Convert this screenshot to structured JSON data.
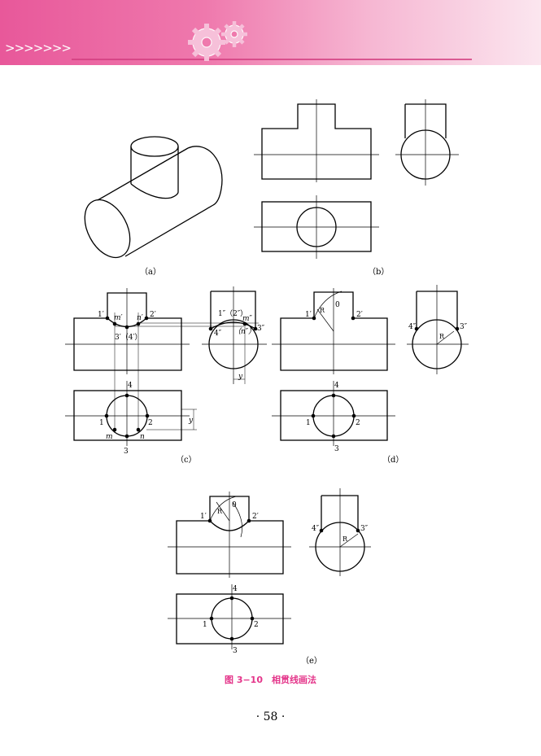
{
  "header": {
    "chevrons": ">>>>>>>",
    "ornament": "gear-icon",
    "colors": {
      "band_start": "#e8589a",
      "band_end": "#fbe6ef",
      "rule": "#d23d80"
    }
  },
  "figure": {
    "subcaptions": {
      "a": "（a）",
      "b": "（b）",
      "c": "（c）",
      "d": "（d）",
      "e": "（e）"
    },
    "labels_c": {
      "p1p": "1′",
      "mp": "m′",
      "np": "n′",
      "p2p": "2′",
      "p34p": "3′（4′）",
      "p12pp": "1″（2″）",
      "mpp": "m″",
      "npp": "（n″）",
      "p3pp": "3″",
      "p4pp": "4″",
      "y_top": "y",
      "y_side": "y",
      "t4": "4",
      "t1": "1",
      "t2": "2",
      "tm": "m",
      "tn": "n",
      "t3": "3"
    },
    "labels_d": {
      "p1p": "1′",
      "r": "R",
      "o": "0",
      "p2p": "2′",
      "p4pp": "4″",
      "p3pp": "3″",
      "r2": "R",
      "t4": "4",
      "t1": "1",
      "t2": "2",
      "t3": "3"
    },
    "labels_e": {
      "p1p": "1′",
      "r": "R",
      "o": "0",
      "p2p": "2′",
      "p4pp": "4″",
      "p3pp": "3″",
      "r2": "R",
      "t4": "4",
      "t1": "1",
      "t2": "2",
      "t3": "3"
    }
  },
  "caption": "图 3−10　相贯线画法",
  "page_number": "· 58 ·"
}
